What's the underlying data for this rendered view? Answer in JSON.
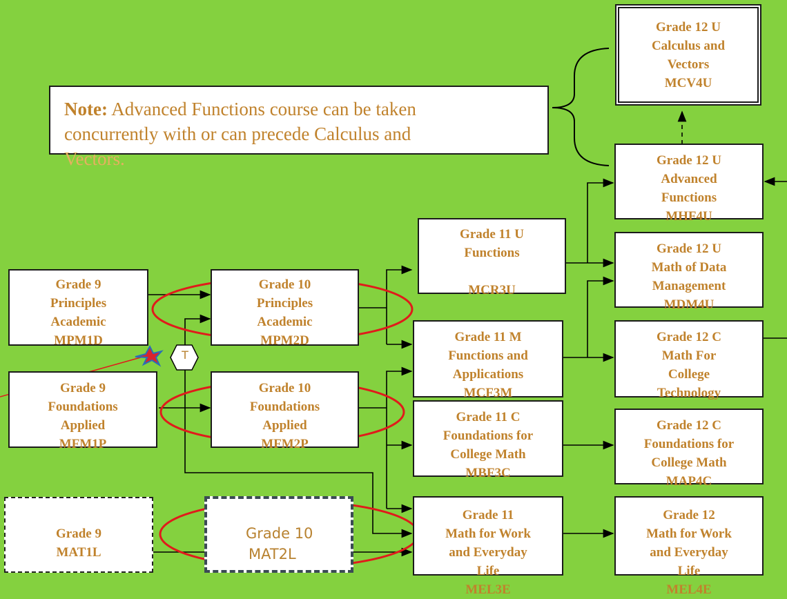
{
  "note": {
    "prefix": "Note:",
    "line1": " Advanced Functions course can be taken",
    "line2": "concurrently with or can precede Calculus and",
    "line3": "Vectors."
  },
  "boxes": {
    "g9_academic": [
      "Grade 9",
      "Principles",
      "Academic",
      "MPM1D"
    ],
    "g9_applied": [
      "Grade 9",
      "Foundations",
      "Applied",
      "MFM1P"
    ],
    "g9_mat1l": [
      "Grade 9",
      "MAT1L"
    ],
    "g10_academic": [
      "Grade 10",
      "Principles",
      "Academic",
      "MPM2D"
    ],
    "g10_applied": [
      "Grade 10",
      "Foundations",
      "Applied",
      "MFM2P"
    ],
    "g10_mat2l": [
      "Grade 10",
      "MAT2L"
    ],
    "g11_functions": [
      "Grade 11 U",
      "Functions",
      "",
      "MCR3U"
    ],
    "g11_functions_apps": [
      "Grade 11 M",
      "Functions and",
      "Applications",
      "MCF3M"
    ],
    "g11_foundations": [
      "Grade 11 C",
      "Foundations for",
      "College Math",
      "MBF3C"
    ],
    "g11_work": [
      "Grade 11",
      "Math for Work",
      "and Everyday",
      "Life",
      "MEL3E"
    ],
    "g12_calculus": [
      "Grade 12 U",
      "Calculus and",
      "Vectors",
      "MCV4U"
    ],
    "g12_advanced": [
      "Grade 12 U",
      "Advanced",
      "Functions",
      "MHF4U"
    ],
    "g12_data": [
      "Grade 12 U",
      "Math of Data",
      "Management",
      "MDM4U"
    ],
    "g12_college_tech": [
      "Grade 12 C",
      "Math For",
      "College",
      "Technology"
    ],
    "g12_foundations": [
      "Grade 12 C",
      "Foundations for",
      "College Math",
      "MAP4C"
    ],
    "g12_work": [
      "Grade 12",
      "Math for Work",
      "and Everyday",
      "Life",
      "MEL4E"
    ]
  },
  "transfer_label": "T",
  "colors": {
    "background": "#84d13f",
    "text": "#c0822c",
    "highlight_ellipse": "#e01b1b",
    "star": "#d9232d"
  }
}
